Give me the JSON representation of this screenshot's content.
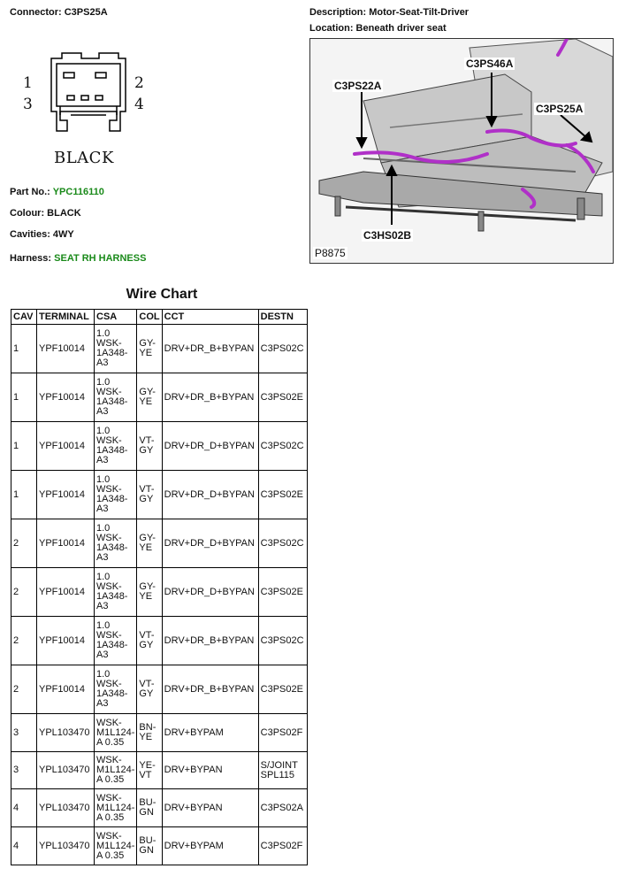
{
  "header": {
    "connector_label": "Connector: C3PS25A",
    "description_label": "Description: Motor-Seat-Tilt-Driver",
    "location_label": "Location: Beneath driver seat"
  },
  "connector": {
    "pins": [
      "1",
      "2",
      "3",
      "4"
    ],
    "colour_caption": "BLACK"
  },
  "details": {
    "part_no_label": "Part No.:",
    "part_no": "YPC116110",
    "colour_label": "Colour:",
    "colour": "BLACK",
    "cavities_label": "Cavities:",
    "cavities": "4WY",
    "harness_label": "Harness:",
    "harness": "SEAT RH HARNESS"
  },
  "photo": {
    "callouts": [
      "C3PS46A",
      "C3PS22A",
      "C3PS25A",
      "C3HS02B"
    ],
    "ref": "P8875"
  },
  "colors": {
    "green": "#1a8a1a",
    "highlight": "#b030c8"
  },
  "wire_chart": {
    "title": "Wire Chart",
    "headers": [
      "CAV",
      "TERMINAL",
      "CSA",
      "COL",
      "CCT",
      "DESTN"
    ],
    "rows": [
      {
        "cav": "1",
        "terminal": "YPF10014",
        "csa": [
          "1.0",
          "WSK-",
          "1A348-",
          "A3"
        ],
        "col": [
          "GY-",
          "YE"
        ],
        "cct": "DRV+DR_B+BYPAN",
        "destn": [
          "C3PS02C"
        ]
      },
      {
        "cav": "1",
        "terminal": "YPF10014",
        "csa": [
          "1.0",
          "WSK-",
          "1A348-",
          "A3"
        ],
        "col": [
          "GY-",
          "YE"
        ],
        "cct": "DRV+DR_B+BYPAN",
        "destn": [
          "C3PS02E"
        ]
      },
      {
        "cav": "1",
        "terminal": "YPF10014",
        "csa": [
          "1.0",
          "WSK-",
          "1A348-",
          "A3"
        ],
        "col": [
          "VT-",
          "GY"
        ],
        "cct": "DRV+DR_D+BYPAN",
        "destn": [
          "C3PS02C"
        ]
      },
      {
        "cav": "1",
        "terminal": "YPF10014",
        "csa": [
          "1.0",
          "WSK-",
          "1A348-",
          "A3"
        ],
        "col": [
          "VT-",
          "GY"
        ],
        "cct": "DRV+DR_D+BYPAN",
        "destn": [
          "C3PS02E"
        ]
      },
      {
        "cav": "2",
        "terminal": "YPF10014",
        "csa": [
          "1.0",
          "WSK-",
          "1A348-",
          "A3"
        ],
        "col": [
          "GY-",
          "YE"
        ],
        "cct": "DRV+DR_D+BYPAN",
        "destn": [
          "C3PS02C"
        ]
      },
      {
        "cav": "2",
        "terminal": "YPF10014",
        "csa": [
          "1.0",
          "WSK-",
          "1A348-",
          "A3"
        ],
        "col": [
          "GY-",
          "YE"
        ],
        "cct": "DRV+DR_D+BYPAN",
        "destn": [
          "C3PS02E"
        ]
      },
      {
        "cav": "2",
        "terminal": "YPF10014",
        "csa": [
          "1.0",
          "WSK-",
          "1A348-",
          "A3"
        ],
        "col": [
          "VT-",
          "GY"
        ],
        "cct": "DRV+DR_B+BYPAN",
        "destn": [
          "C3PS02C"
        ]
      },
      {
        "cav": "2",
        "terminal": "YPF10014",
        "csa": [
          "1.0",
          "WSK-",
          "1A348-",
          "A3"
        ],
        "col": [
          "VT-",
          "GY"
        ],
        "cct": "DRV+DR_B+BYPAN",
        "destn": [
          "C3PS02E"
        ]
      },
      {
        "cav": "3",
        "terminal": "YPL103470",
        "csa": [
          "WSK-",
          "M1L124-",
          "A 0.35"
        ],
        "col": [
          "BN-",
          "YE"
        ],
        "cct": "DRV+BYPAM",
        "destn": [
          "C3PS02F"
        ]
      },
      {
        "cav": "3",
        "terminal": "YPL103470",
        "csa": [
          "WSK-",
          "M1L124-",
          "A 0.35"
        ],
        "col": [
          "YE-",
          "VT"
        ],
        "cct": "DRV+BYPAN",
        "destn": [
          "S/JOINT",
          "SPL115"
        ]
      },
      {
        "cav": "4",
        "terminal": "YPL103470",
        "csa": [
          "WSK-",
          "M1L124-",
          "A 0.35"
        ],
        "col": [
          "BU-",
          "GN"
        ],
        "cct": "DRV+BYPAN",
        "destn": [
          "C3PS02A"
        ]
      },
      {
        "cav": "4",
        "terminal": "YPL103470",
        "csa": [
          "WSK-",
          "M1L124-",
          "A 0.35"
        ],
        "col": [
          "BU-",
          "GN"
        ],
        "cct": "DRV+BYPAM",
        "destn": [
          "C3PS02F"
        ]
      }
    ]
  }
}
